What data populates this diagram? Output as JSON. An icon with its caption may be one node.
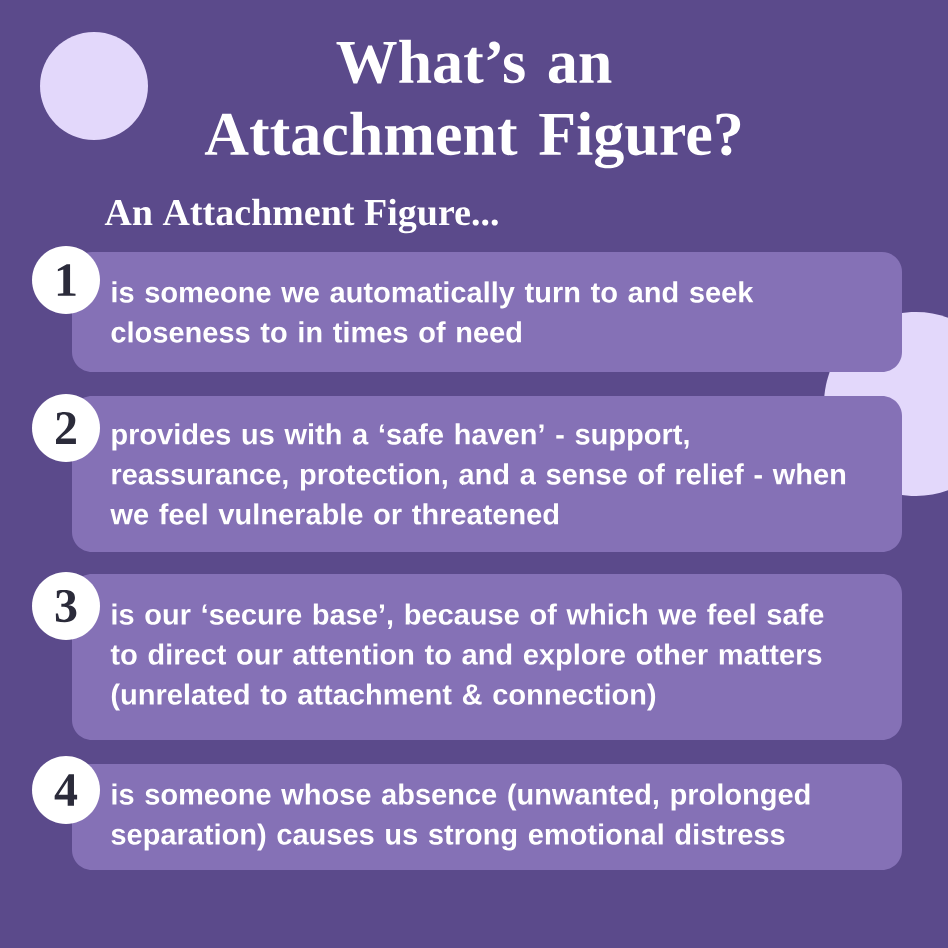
{
  "diagram": {
    "title": "What’s an Attachment Figure?",
    "nodes": [
      {
        "text": [
          "1"
        ]
      },
      {
        "text": [
          "is someone we automatically turn to and seek closeness to in times of need"
        ]
      },
      {
        "text": [
          "2"
        ]
      },
      {
        "text": [
          "provides us with a ‘safe haven’ - support, reassurance, protection, and a sense of relief - when we feel vulnerable or threatened"
        ]
      },
      {
        "text": [
          "3"
        ]
      },
      {
        "text": [
          "is our ‘secure base’, because of which we feel safe to direct our attention to and explore other matters (unrelated to attachment & connection)"
        ]
      },
      {
        "text": [
          "4"
        ]
      },
      {
        "text": [
          "is someone whose absence (unwanted, prolonged separation) causes us strong emotional distress"
        ]
      }
    ],
    "labels": [
      "An Attachment Figure..."
    ]
  }
}
